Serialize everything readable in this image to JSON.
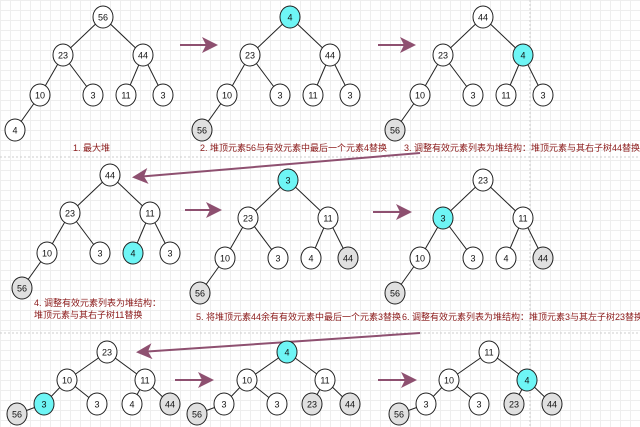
{
  "title": "堆排序",
  "colors": {
    "highlight": "#6ef5f5",
    "sorted": "#e0e0e0",
    "normal": "#ffffff",
    "arrow": "#8e5070",
    "caption": "#8b1a1a"
  },
  "trees": [
    {
      "values": [
        56,
        23,
        44,
        10,
        3,
        11,
        3,
        4
      ],
      "states": [
        "n",
        "n",
        "n",
        "n",
        "n",
        "n",
        "n",
        "n"
      ]
    },
    {
      "values": [
        4,
        23,
        44,
        10,
        3,
        11,
        3,
        56
      ],
      "states": [
        "h",
        "n",
        "n",
        "n",
        "n",
        "n",
        "n",
        "s"
      ]
    },
    {
      "values": [
        44,
        23,
        4,
        10,
        3,
        11,
        3,
        56
      ],
      "states": [
        "n",
        "n",
        "h",
        "n",
        "n",
        "n",
        "n",
        "s"
      ]
    },
    {
      "values": [
        44,
        23,
        11,
        10,
        3,
        4,
        3,
        56
      ],
      "states": [
        "n",
        "n",
        "n",
        "n",
        "n",
        "h",
        "n",
        "s"
      ]
    },
    {
      "values": [
        3,
        23,
        11,
        10,
        3,
        4,
        44,
        56
      ],
      "states": [
        "h",
        "n",
        "n",
        "n",
        "n",
        "n",
        "s",
        "s"
      ]
    },
    {
      "values": [
        23,
        3,
        11,
        10,
        3,
        4,
        44,
        56
      ],
      "states": [
        "n",
        "h",
        "n",
        "n",
        "n",
        "n",
        "s",
        "s"
      ]
    },
    {
      "values": [
        23,
        10,
        11,
        3,
        3,
        4,
        44,
        56
      ],
      "states": [
        "n",
        "n",
        "n",
        "h",
        "n",
        "n",
        "s",
        "s"
      ]
    },
    {
      "values": [
        4,
        10,
        11,
        3,
        3,
        23,
        44,
        56
      ],
      "states": [
        "h",
        "n",
        "n",
        "n",
        "n",
        "s",
        "s",
        "s"
      ]
    },
    {
      "values": [
        11,
        10,
        4,
        3,
        3,
        23,
        44,
        56
      ],
      "states": [
        "n",
        "n",
        "h",
        "n",
        "n",
        "s",
        "s",
        "s"
      ]
    }
  ],
  "captions": [
    "1. 最大堆",
    "2. 堆顶元素56与有效元素中最后一个元素4替换",
    "3. 调整有效元素列表为堆结构：堆顶元素与其右子树44替换",
    "4. 调整有效元素列表为堆结构：",
    "堆顶元素与其右子树11替换",
    "5. 将堆顶元素44余有有效元素中最后一个元素3替换",
    "6. 调整有效元素列表为堆结构：堆顶元素3与其左子树23替换"
  ]
}
